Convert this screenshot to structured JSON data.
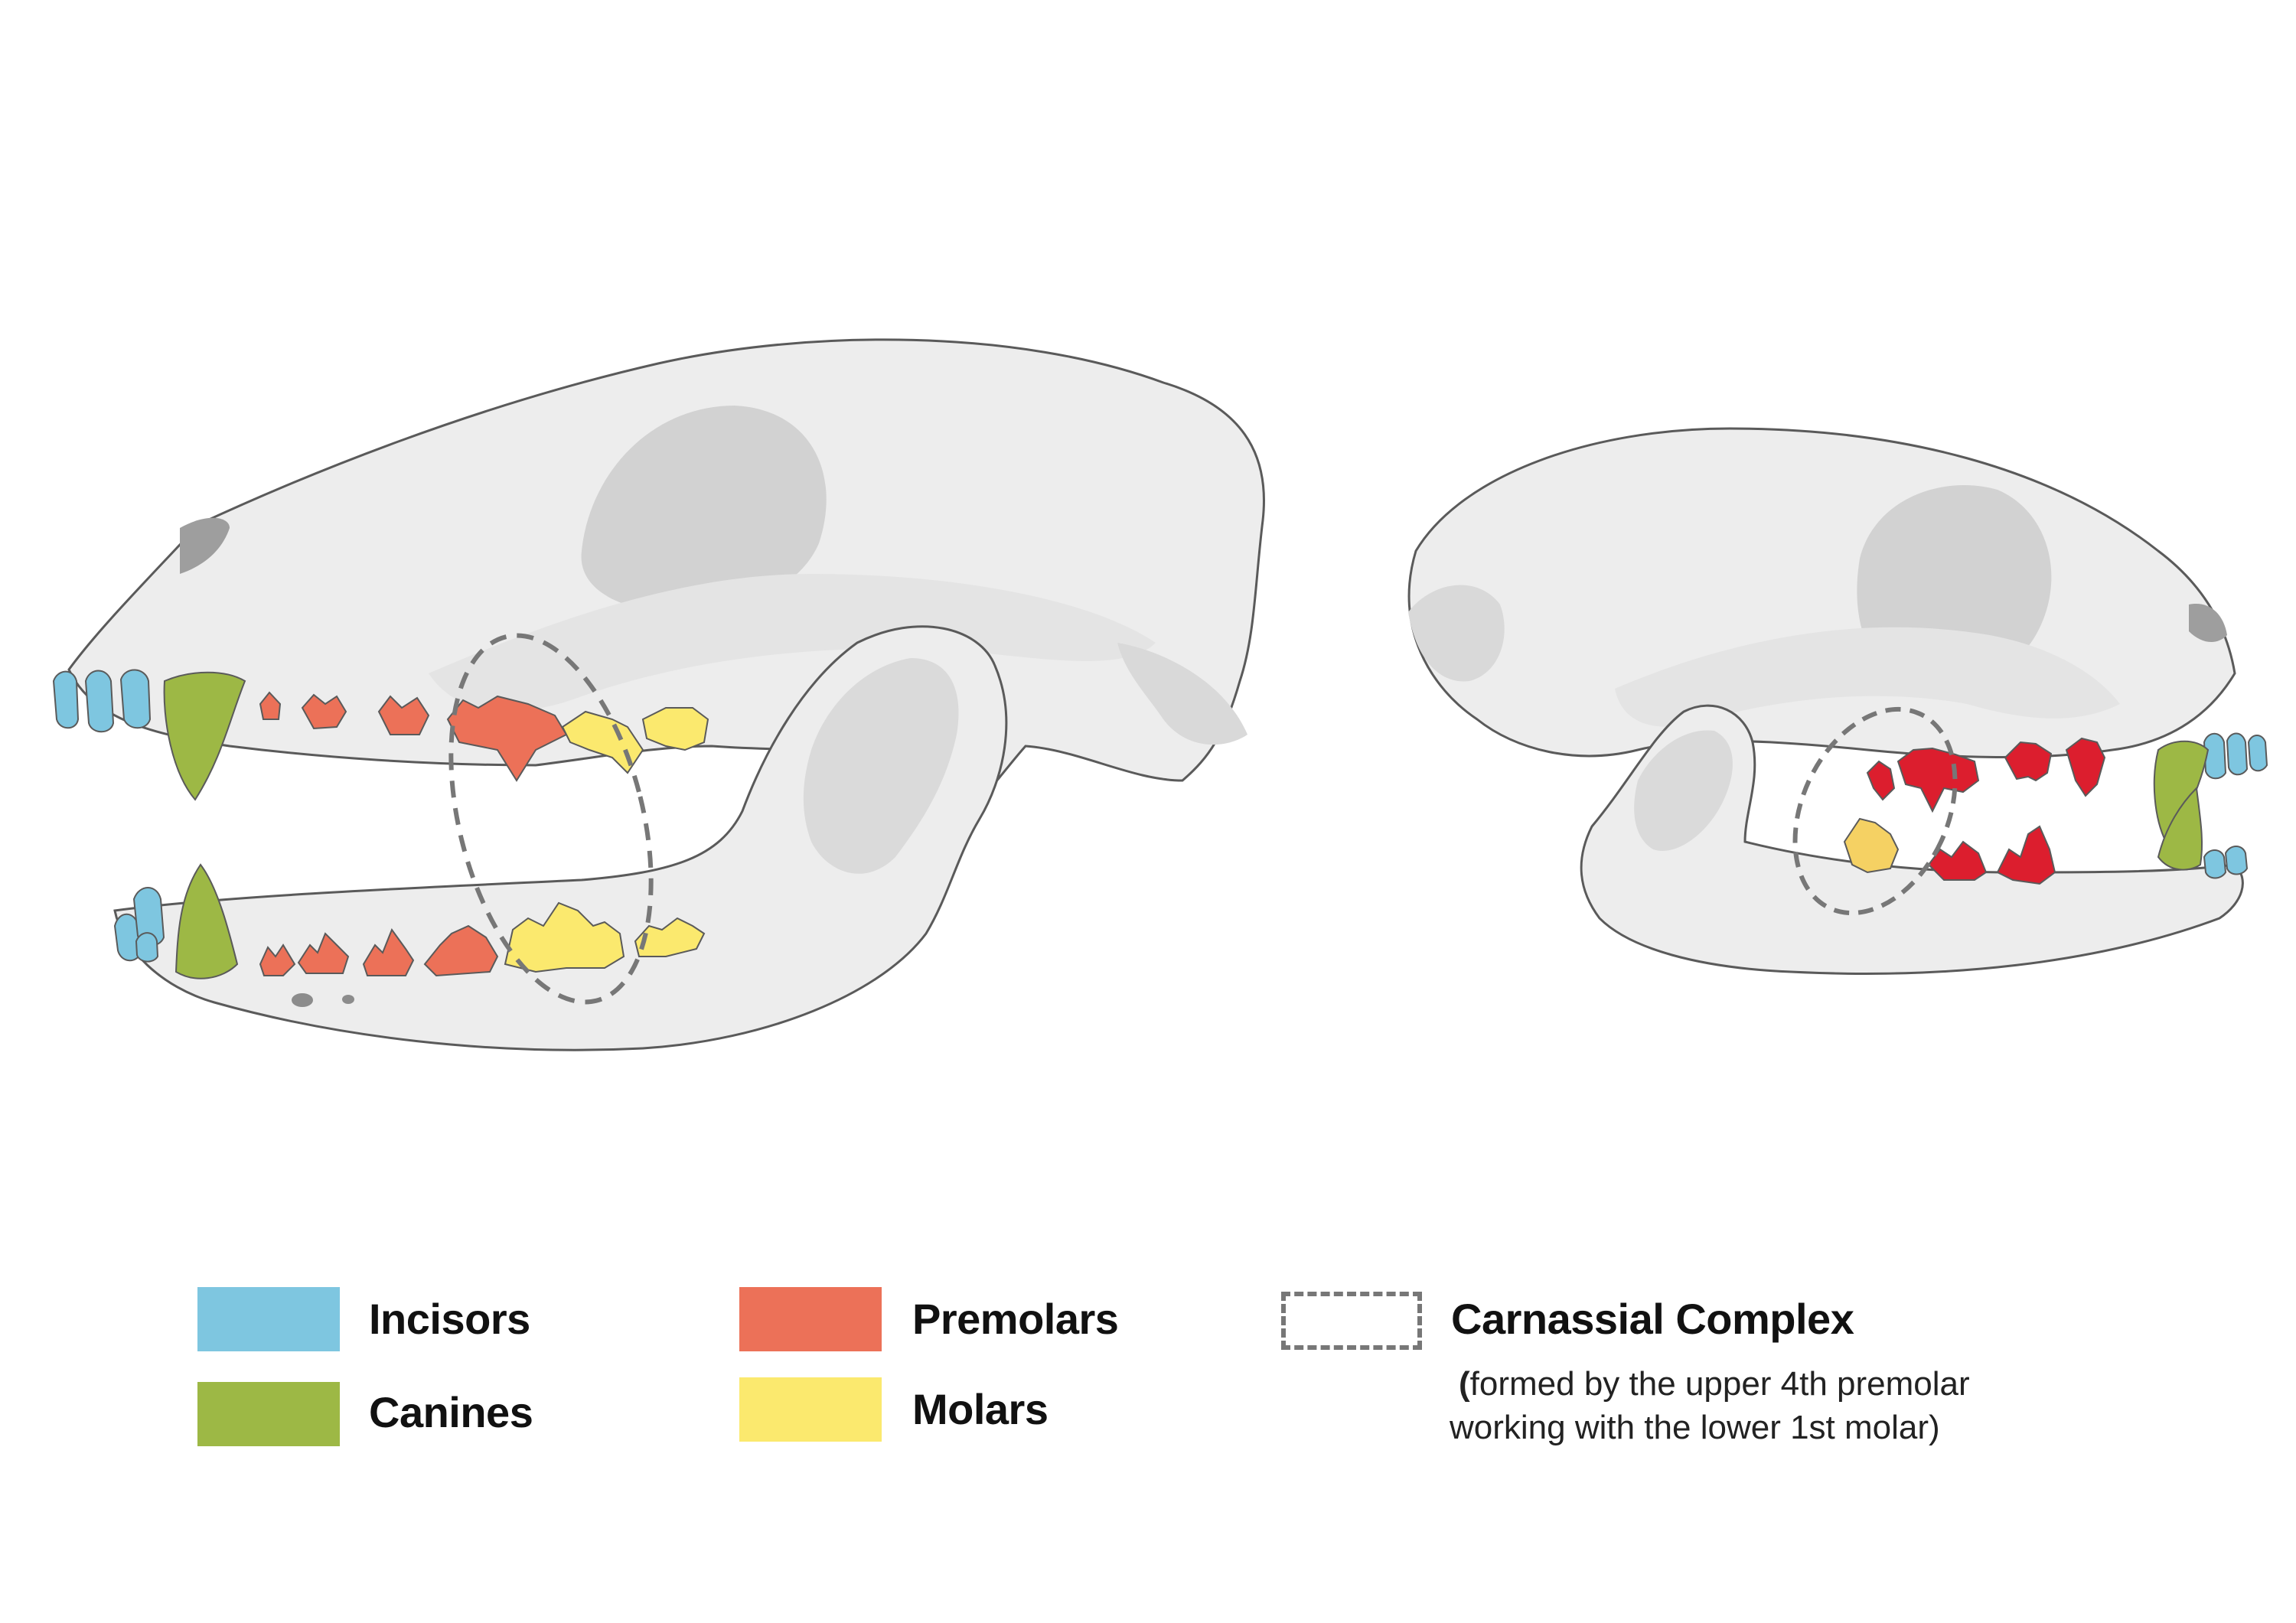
{
  "colors": {
    "incisors": "#7EC6E0",
    "canines": "#9DB845",
    "premolars": "#EC7158",
    "molars": "#FBE96E",
    "cat_carnassial_red": "#DC1E2E",
    "cat_molar": "#F5D163",
    "bone": "#EDEDED",
    "bone_shade": "#D7D7D7",
    "outline": "#5A5A5A",
    "dash": "#777777"
  },
  "legend": {
    "incisors": "Incisors",
    "canines": "Canines",
    "premolars": "Premolars",
    "molars": "Molars",
    "carnassial_title": "Carnassial Complex",
    "carnassial_note_open": "(",
    "carnassial_note_line1": "formed by the upper 4th premolar",
    "carnassial_note_line2": "working with the lower 1st molar)"
  },
  "figures": {
    "left_icon": "dog-skull-icon",
    "right_icon": "cat-skull-icon"
  }
}
